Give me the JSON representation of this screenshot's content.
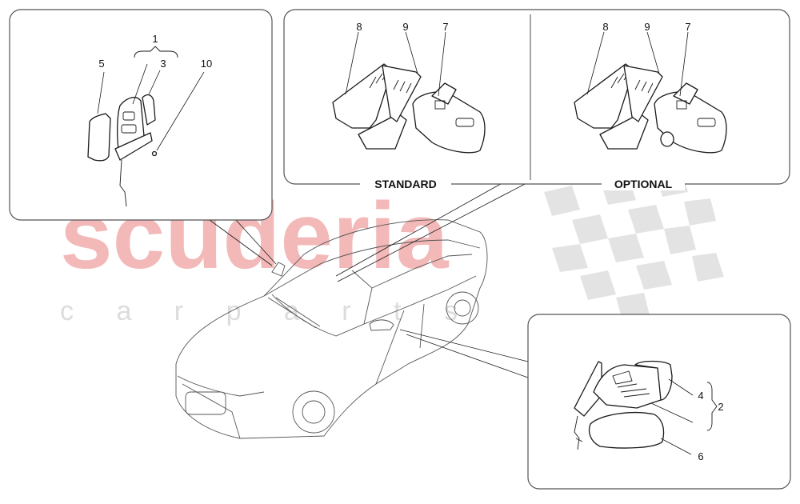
{
  "watermark": {
    "brand": "scuderia",
    "sub": "c a r  p a r t s",
    "brand_color": "#f3b8b8"
  },
  "captions": {
    "standard": "STANDARD",
    "optional": "OPTIONAL"
  },
  "callouts": {
    "left_group": "1",
    "left_housing": "3",
    "left_glass": "5",
    "left_screw": "10",
    "std_cover": "8",
    "std_trim": "9",
    "std_mirror": "7",
    "opt_cover": "8",
    "opt_trim": "9",
    "opt_mirror": "7",
    "right_group": "2",
    "right_glass": "4",
    "right_cap": "6"
  }
}
